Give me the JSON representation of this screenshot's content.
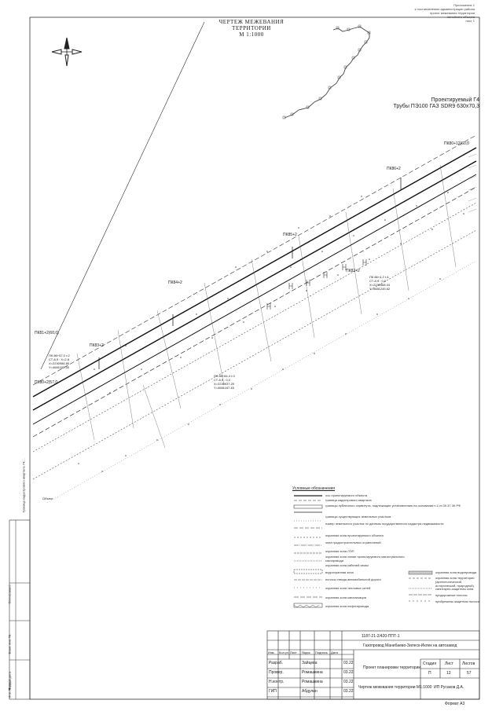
{
  "sheet": {
    "title": "ЧЕРТЕЖ МЕЖЕВАНИЯ ТЕРРИТОРИИ",
    "scale": "М 1:1000",
    "corner_note": [
      "Приложение 1",
      "к постановлению администрации района",
      "проект межевания территории",
      "линейного объекта",
      "лист 1"
    ]
  },
  "map": {
    "pipe_label_1": "Проектируемый Г4",
    "pipe_label_2": "Трубы ПЭ100 ГАЗ SDR9 630х70,3",
    "pk_labels": [
      "ПК80+12(60,0",
      "ПК86+2",
      "ПК85+2",
      "ПК84+2",
      "ПК83+2",
      "ПК82+2",
      "ПК81+2(60,0)",
      "ПК80+2(57,0"
    ],
    "point_labels": [
      {
        "name": "ПК 86+57,0 т.2",
        "sub": "СТ-8,9 : Х=2.8",
        "coords": [
          "X=2230986.80",
          "Y=4681162.35"
        ]
      },
      {
        "name": "ПК 86+84,4 т.3",
        "sub": "СТ-8,9 : 0,0",
        "coords": [
          "X=2230937.20",
          "Y=4681167.45"
        ]
      },
      {
        "name": "ПК 86+4,2 т.4",
        "sub": "СТ-8,9 : 0,0",
        "coords": [
          "X=2230968.04",
          "Y=4681245.62"
        ]
      }
    ],
    "left_edge_label": "Граница кадастрового квартала 74:...",
    "road_label": "Объект"
  },
  "legend": {
    "header": "Условные обозначения",
    "items": [
      "ось проектируемого объекта",
      "граница кадастрового квартала",
      "границы публичного сервитута, подлежащие установлению на основании п.1 ст.39.37 ЗК РФ",
      "границы существующих земельных участков",
      "номер земельного участка по данным государственного кадастра недвижимости",
      "охранная зона проектируемого объекта",
      "зона градостроительных ограничений",
      "охранная зона ЛЭП",
      "охранная зона линии проектируемого магистрального газопровода",
      "охранная зона кабелей связи",
      "водоохранная зона",
      "полоса отвода автомобильной дороги",
      "охранная зона тепловых сетей",
      "охранная зона канализации",
      "охранная зона нефтепровода"
    ],
    "right_items": [
      "охранная зона водопровода",
      "охранная зона территории (археологической, исторической, природной)",
      "санитарно-защитная зона",
      "придорожные полосы",
      "прибрежная защитная полоса"
    ]
  },
  "titleblock": {
    "code": "1187-21-2/420-ППТ-1",
    "project": "Газопровод Манибаево-Зилеск-Иклек на автозавод",
    "stage_header": "Стадия",
    "sheet_header": "Лист",
    "sheets_header": "Листов",
    "doc_name": "Проект планировки территории",
    "stage": "П",
    "sheet": "12",
    "sheets": "57",
    "drawing_name": "Чертеж межевания территории М1:1000",
    "org": "ИП Русаков Д.А.",
    "format": "Формат А3",
    "cols": [
      "Изм.",
      "Кол.уч",
      "Лист",
      "№док",
      "Подпись",
      "Дата"
    ],
    "rows": [
      {
        "role": "Разраб.",
        "name": "Зайцева",
        "date": "03.22"
      },
      {
        "role": "Провер.",
        "name": "Ромашкина",
        "date": "03.22"
      },
      {
        "role": "Н.контр.",
        "name": "Ромашкина",
        "date": "03.22"
      },
      {
        "role": "ГИП",
        "name": "Абдулин",
        "date": "03.22"
      }
    ]
  },
  "side_stamp": [
    "Согласовано",
    "Взам. инв. №",
    "Подп. и дата",
    "Инв. № подл."
  ]
}
